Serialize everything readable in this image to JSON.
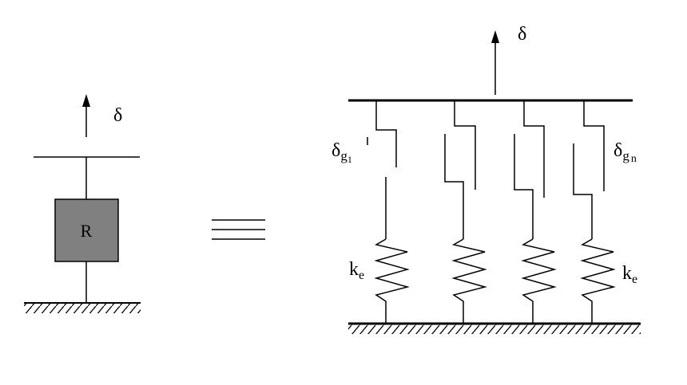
{
  "diagram": {
    "left_model": {
      "block_label": "R",
      "displacement_label": "δ",
      "block_fill": "#808080"
    },
    "equivalence_symbol": "≡",
    "right_model": {
      "displacement_label": "δ",
      "gap_first": {
        "base": "δ",
        "sub_letter": "g",
        "sub_index": "1"
      },
      "gap_last": {
        "base": "δ",
        "sub_letter": "g",
        "sub_index": "n"
      },
      "stiffness_left": {
        "base": "k",
        "sub": "e"
      },
      "stiffness_right": {
        "base": "k",
        "sub": "e"
      }
    },
    "line_color": "#000000"
  }
}
